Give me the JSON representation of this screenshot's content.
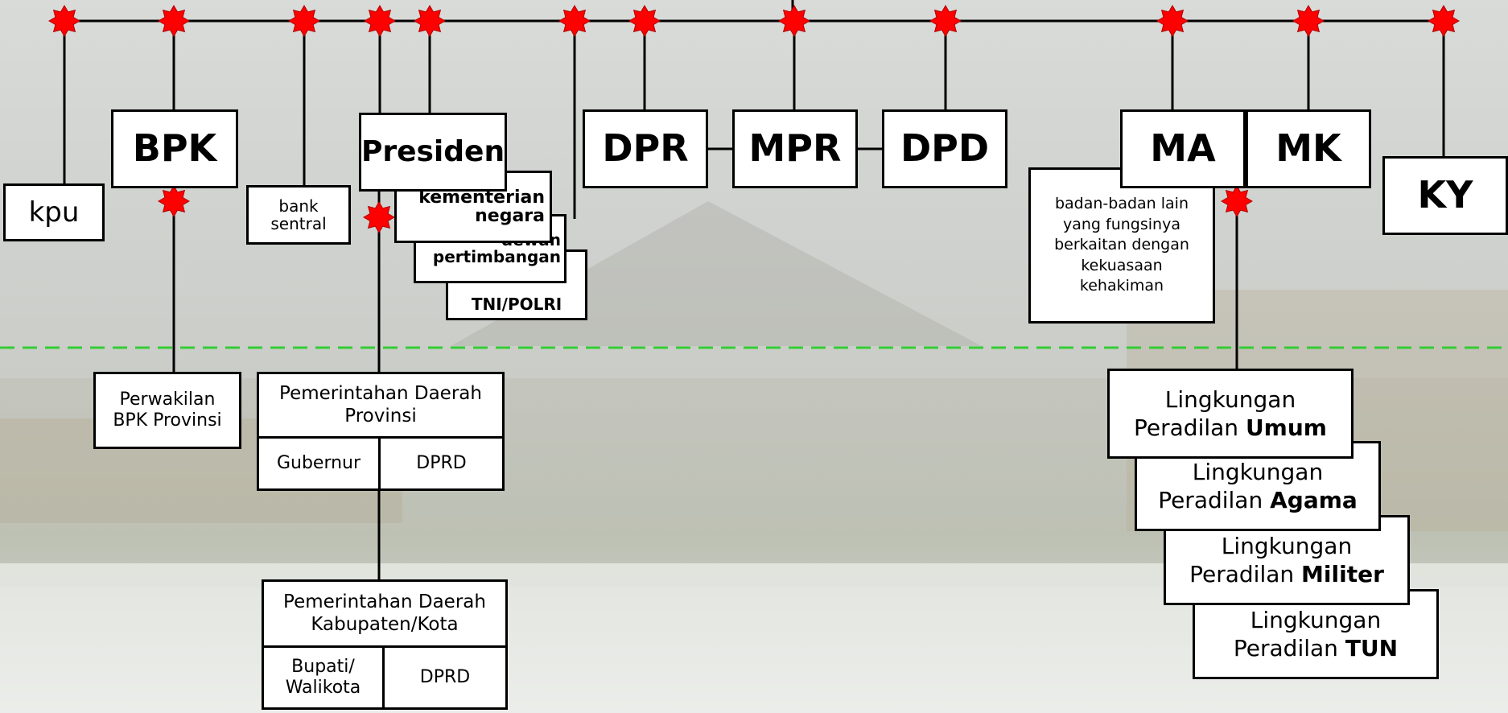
{
  "top_row": {
    "kpu": "kpu",
    "bpk": "BPK",
    "bank": "bank\nsentral",
    "presiden": "Presiden",
    "dpr": "DPR",
    "mpr": "MPR",
    "dpd": "DPD",
    "ma": "MA",
    "mk": "MK",
    "ky": "KY"
  },
  "presiden_subs": {
    "kementerian": "kementerian\nnegara",
    "dewan": "dewan\npertimbangan",
    "tni": "TNI/POLRI"
  },
  "ma_note": "badan-badan lain\nyang fungsinya\nberkaitan dengan\nkekuasaan\nkehakiman",
  "regional": {
    "perwakilan_bpk": "Perwakilan\nBPK Provinsi",
    "pemda_prov": "Pemerintahan Daerah\nProvinsi",
    "gubernur": "Gubernur",
    "dprd_prov": "DPRD",
    "pemda_kab": "Pemerintahan Daerah\nKabupaten/Kota",
    "bupati": "Bupati/\nWalikota",
    "dprd_kab": "DPRD"
  },
  "courts": [
    {
      "line1": "Lingkungan",
      "prefix": "Peradilan ",
      "bold": "Umum"
    },
    {
      "line1": "Lingkungan",
      "prefix": "Peradilan ",
      "bold": "Agama"
    },
    {
      "line1": "Lingkungan",
      "prefix": "Peradilan ",
      "bold": "Militer"
    },
    {
      "line1": "Lingkungan",
      "prefix": "Peradilan ",
      "bold": "TUN"
    }
  ],
  "colors": {
    "line": "#000000",
    "node": "#ff0000",
    "dashed_divider": "#33cc33"
  }
}
